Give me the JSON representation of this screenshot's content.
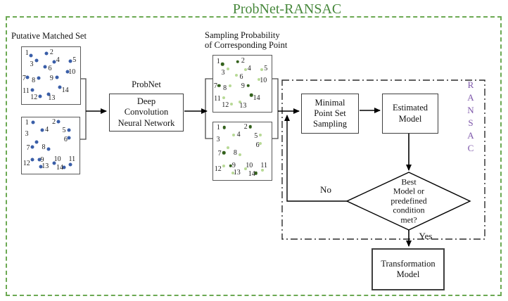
{
  "title": "ProbNet-RANSAC",
  "colors": {
    "title_green": "#47883c",
    "border_green": "#6ca953",
    "blue_dot": "#3a5ea8",
    "prob_high_green": "#33611c",
    "prob_low_green": "#b8d996",
    "ransac_purple": "#7d57aa"
  },
  "labels": {
    "putative_set": "Putative Matched Set",
    "sampling_probability": "Sampling Probability\nof Corresponding Point",
    "probnet_caption": "ProbNet",
    "no": "No",
    "yes": "Yes",
    "ransac_vertical": "R\nA\nN\nS\nA\nC"
  },
  "nodes": {
    "probnet": "Deep\nConvolution\nNeural Network",
    "minimal_point_set": "Minimal\nPoint Set\nSampling",
    "estimated_model": "Estimated\nModel",
    "decision": "Best\nModel or\npredefined\ncondition\nmet?",
    "transformation_model": "Transformation\nModel"
  },
  "scatter": {
    "points_format": [
      "point_number",
      "dot_x_pct",
      "dot_y_pct",
      "label_x_pct",
      "label_y_pct",
      "color"
    ],
    "putative_top": {
      "points": [
        [
          1,
          16.0,
          15.2,
          8.8,
          11.1,
          "blue"
        ],
        [
          2,
          41.8,
          11.1,
          51.0,
          9.9,
          "blue"
        ],
        [
          3,
          25.7,
          23.8,
          16.9,
          30.9,
          "blue"
        ],
        [
          4,
          55.4,
          25.6,
          61.8,
          23.8,
          "blue"
        ],
        [
          5,
          83.1,
          24.7,
          90.0,
          23.5,
          "blue"
        ],
        [
          6,
          40.1,
          34.9,
          48.2,
          38.6,
          "blue"
        ],
        [
          7,
          10.0,
          53.5,
          4.0,
          55.2,
          "blue"
        ],
        [
          8,
          28.9,
          54.3,
          20.1,
          59.3,
          "blue"
        ],
        [
          9,
          60.2,
          53.5,
          51.0,
          55.2,
          "blue"
        ],
        [
          10,
          78.3,
          42.8,
          85.9,
          44.4,
          "blue"
        ],
        [
          11,
          17.7,
          74.9,
          7.2,
          78.1,
          "blue"
        ],
        [
          12,
          31.0,
          86.4,
          20.8,
          89.3,
          "blue"
        ],
        [
          13,
          45.8,
          82.3,
          51.0,
          90.5,
          "blue"
        ],
        [
          14,
          65.1,
          70.0,
          74.3,
          76.2,
          "blue"
        ]
      ]
    },
    "putative_bottom": {
      "points": [
        [
          1,
          19.1,
          9.1,
          8.9,
          10.0,
          "blue"
        ],
        [
          2,
          63.8,
          7.5,
          55.7,
          8.4,
          "blue"
        ],
        [
          3,
          25.6,
          43.8,
          8.5,
          30.0,
          "blue"
        ],
        [
          4,
          35.4,
          22.5,
          43.5,
          22.5,
          "blue"
        ],
        [
          5,
          81.3,
          22.5,
          73.2,
          23.8,
          "blue"
        ],
        [
          6,
          81.3,
          36.3,
          76.0,
          40.4,
          "blue"
        ],
        [
          7,
          18.3,
          52.5,
          11.0,
          55.0,
          "blue"
        ],
        [
          8,
          46.3,
          56.3,
          37.8,
          53.8,
          "blue"
        ],
        [
          9,
          30.1,
          75.0,
          35.4,
          75.8,
          "blue"
        ],
        [
          10,
          55.7,
          80.9,
          61.8,
          75.0,
          "blue"
        ],
        [
          11,
          84.1,
          83.4,
          87.0,
          75.0,
          "blue"
        ],
        [
          12,
          17.9,
          75.0,
          8.2,
          82.1,
          "blue"
        ],
        [
          13,
          33.3,
          87.5,
          40.6,
          87.5,
          "blue"
        ],
        [
          14,
          73.2,
          88.4,
          65.9,
          90.4,
          "blue"
        ]
      ]
    },
    "sampling_top": {
      "points": [
        [
          1,
          16.0,
          15.2,
          8.8,
          11.1,
          "dark"
        ],
        [
          2,
          41.8,
          11.1,
          51.0,
          9.9,
          "dark"
        ],
        [
          3,
          25.7,
          23.8,
          16.9,
          30.9,
          "light"
        ],
        [
          4,
          55.4,
          25.6,
          61.8,
          23.8,
          "light"
        ],
        [
          5,
          83.1,
          24.7,
          90.0,
          23.5,
          "light"
        ],
        [
          6,
          40.1,
          34.9,
          48.2,
          38.6,
          "light"
        ],
        [
          7,
          10.0,
          53.5,
          4.0,
          55.2,
          "dark"
        ],
        [
          8,
          28.9,
          54.3,
          20.1,
          59.3,
          "light"
        ],
        [
          9,
          60.2,
          53.5,
          51.0,
          55.2,
          "dark"
        ],
        [
          10,
          78.3,
          42.8,
          85.9,
          44.4,
          "light"
        ],
        [
          11,
          17.7,
          74.9,
          7.2,
          78.1,
          "light"
        ],
        [
          12,
          31.0,
          86.4,
          20.8,
          89.3,
          "light"
        ],
        [
          13,
          45.8,
          82.3,
          51.0,
          90.5,
          "light"
        ],
        [
          14,
          65.1,
          70.0,
          74.3,
          76.2,
          "dark"
        ]
      ]
    },
    "sampling_bottom": {
      "points": [
        [
          1,
          19.1,
          9.1,
          8.9,
          10.0,
          "dark"
        ],
        [
          2,
          63.8,
          7.5,
          55.7,
          8.4,
          "dark"
        ],
        [
          3,
          25.6,
          43.8,
          8.5,
          30.0,
          "light"
        ],
        [
          4,
          35.4,
          22.5,
          43.5,
          22.5,
          "light"
        ],
        [
          5,
          81.3,
          22.5,
          73.2,
          23.8,
          "light"
        ],
        [
          6,
          81.3,
          36.3,
          76.0,
          40.4,
          "light"
        ],
        [
          7,
          18.3,
          52.5,
          11.0,
          55.0,
          "dark"
        ],
        [
          8,
          46.3,
          56.3,
          37.8,
          53.8,
          "light"
        ],
        [
          9,
          30.1,
          75.0,
          35.4,
          75.8,
          "dark"
        ],
        [
          10,
          55.7,
          80.9,
          61.8,
          75.0,
          "light"
        ],
        [
          11,
          84.1,
          83.4,
          87.0,
          75.0,
          "light"
        ],
        [
          12,
          17.9,
          75.0,
          8.2,
          82.1,
          "light"
        ],
        [
          13,
          33.3,
          87.5,
          40.6,
          87.5,
          "light"
        ],
        [
          14,
          73.2,
          88.4,
          65.9,
          90.4,
          "dark"
        ]
      ]
    }
  }
}
